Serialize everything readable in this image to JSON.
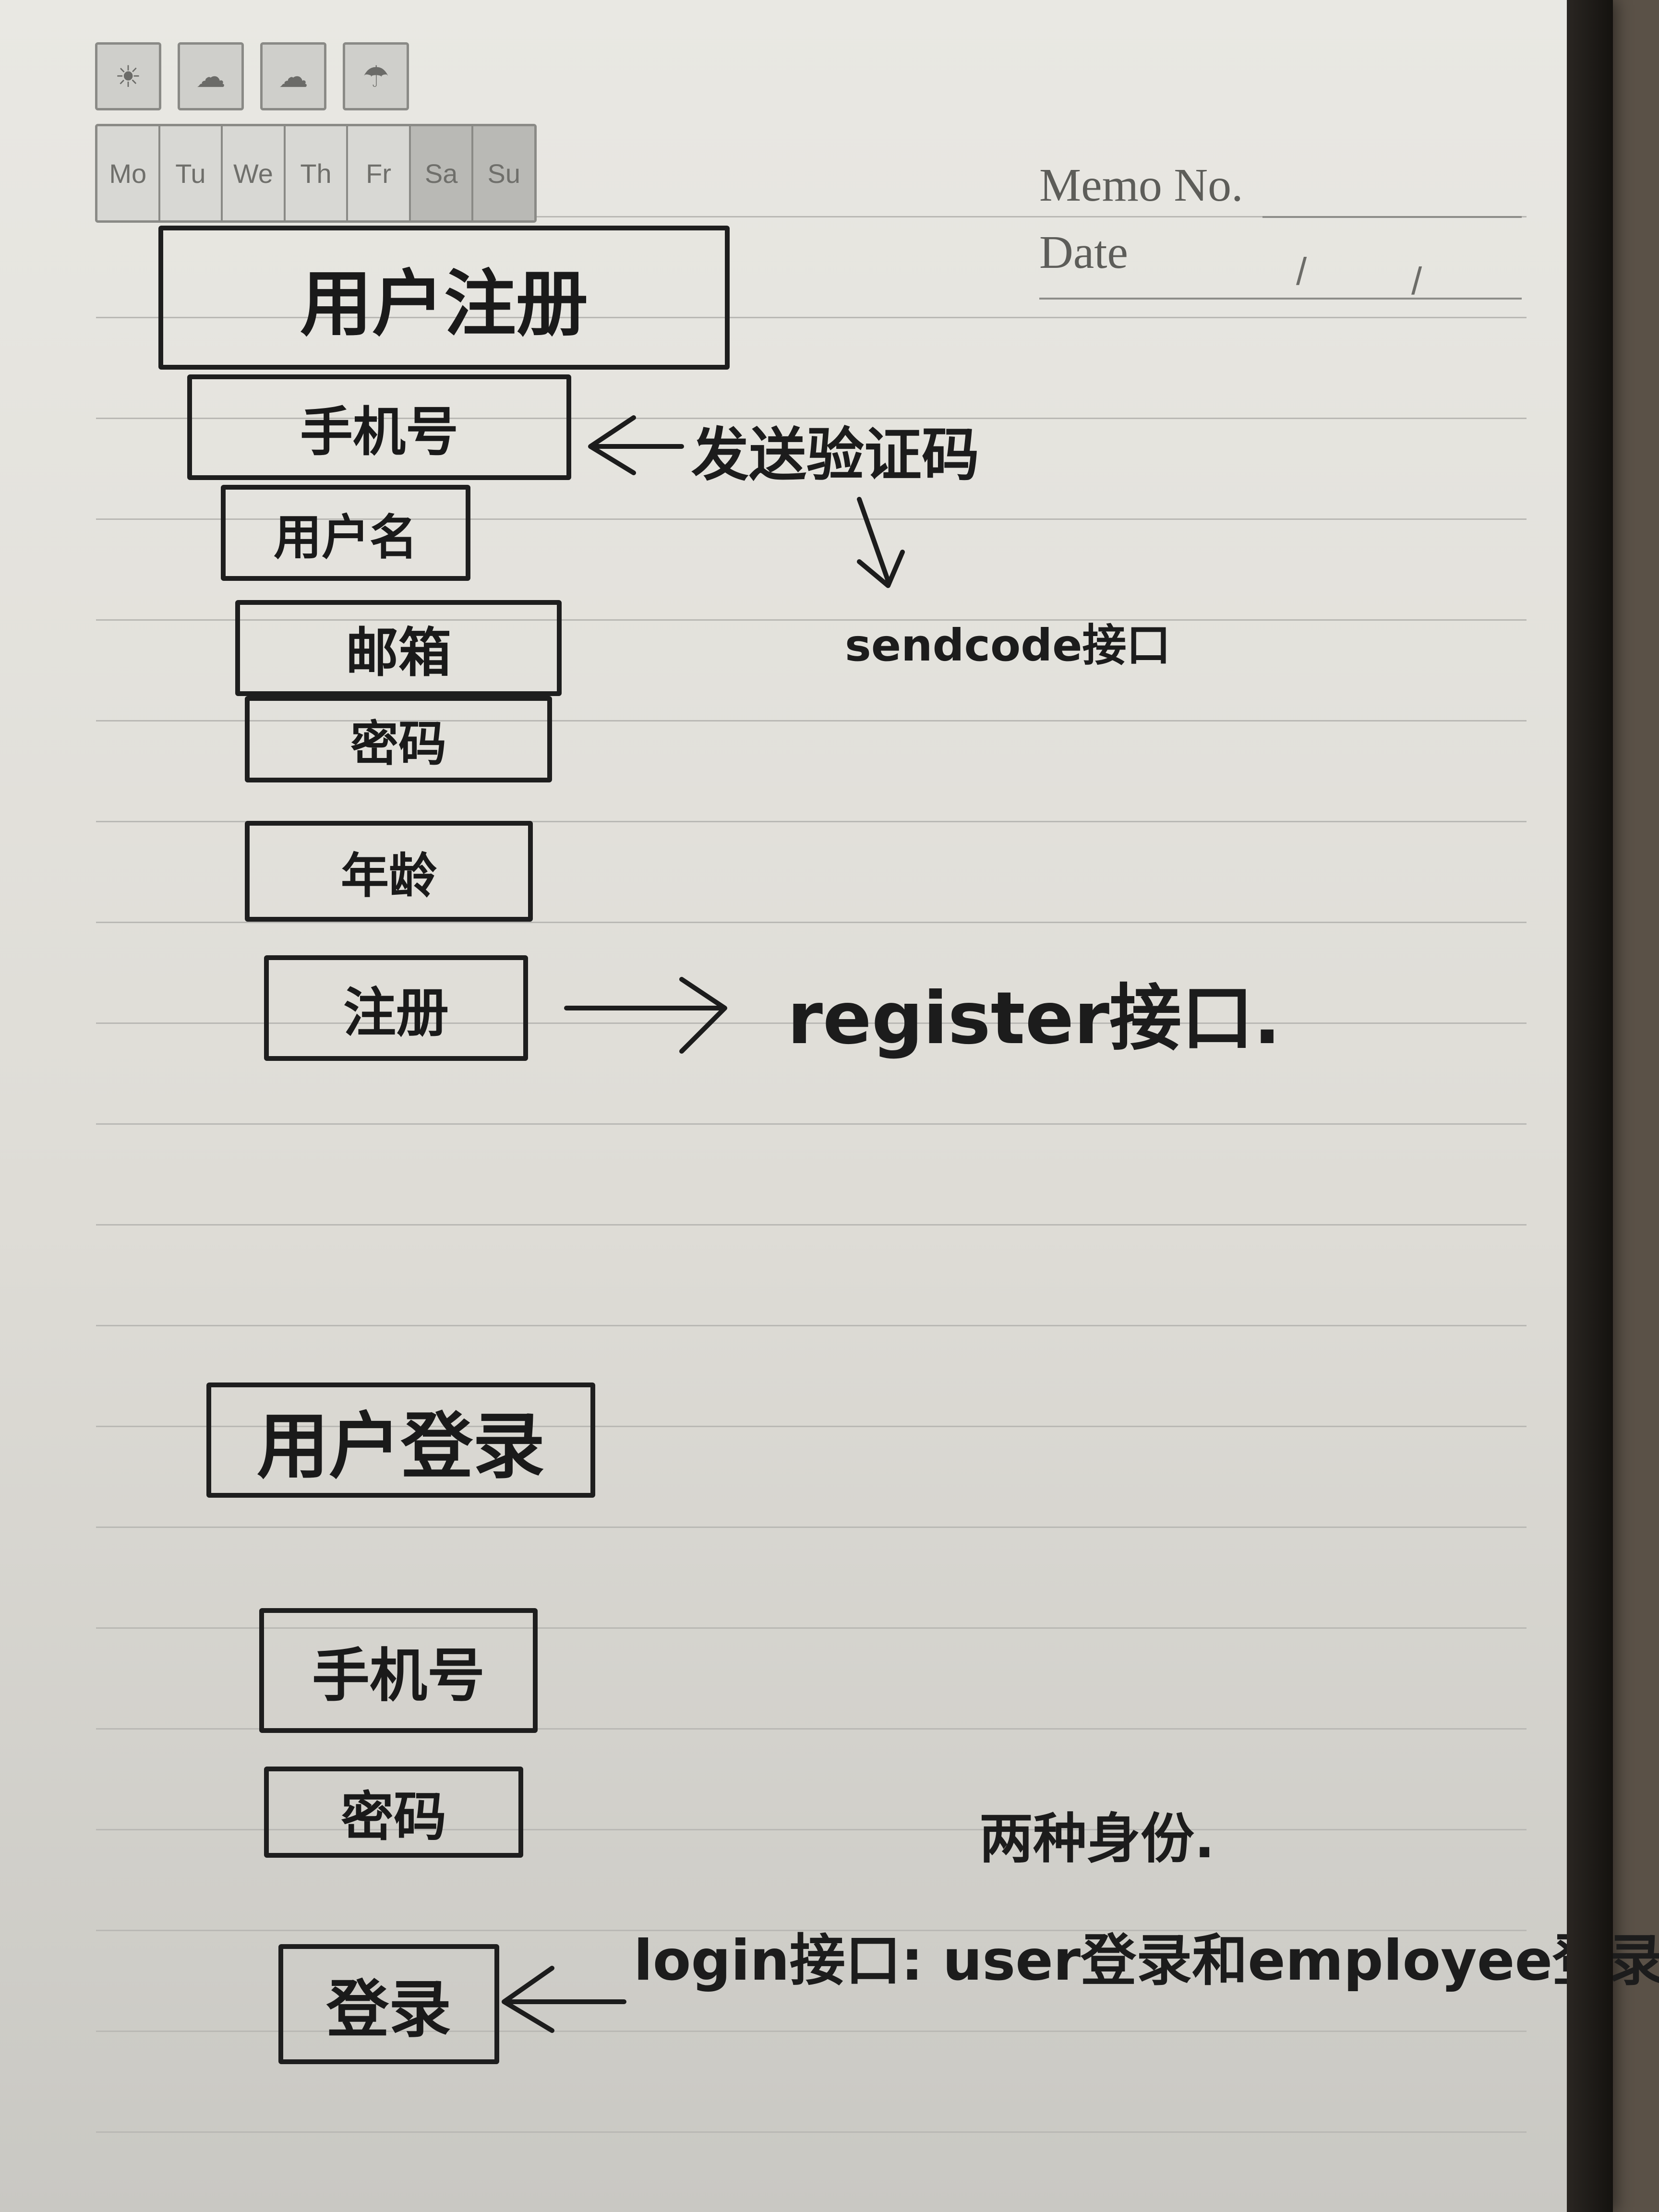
{
  "header": {
    "weather_icons": [
      "sunny-icon",
      "cloudy-icon",
      "overcast-icon",
      "rain-icon"
    ],
    "weekdays": [
      "Mo",
      "Tu",
      "We",
      "Th",
      "Fr",
      "Sa",
      "Su"
    ],
    "memo_label": "Memo No.",
    "date_label": "Date",
    "date_separators": [
      "/",
      "/"
    ]
  },
  "register": {
    "title": "用户注册",
    "fields": [
      "手机号",
      "用户名",
      "邮箱",
      "密码",
      "年龄"
    ],
    "button": "注册",
    "phone_annotation": "发送验证码",
    "phone_annotation_sub": "sendcode接口",
    "button_annotation": "register接口."
  },
  "login": {
    "title": "用户登录",
    "fields": [
      "手机号",
      "密码"
    ],
    "button": "登录",
    "identity_note": "两种身份.",
    "button_annotation": "login接口: user登录和employee登录."
  },
  "colors": {
    "ink": "#1c1c1c",
    "paper": "#e4e3de",
    "rule": "#b9b8b4"
  }
}
